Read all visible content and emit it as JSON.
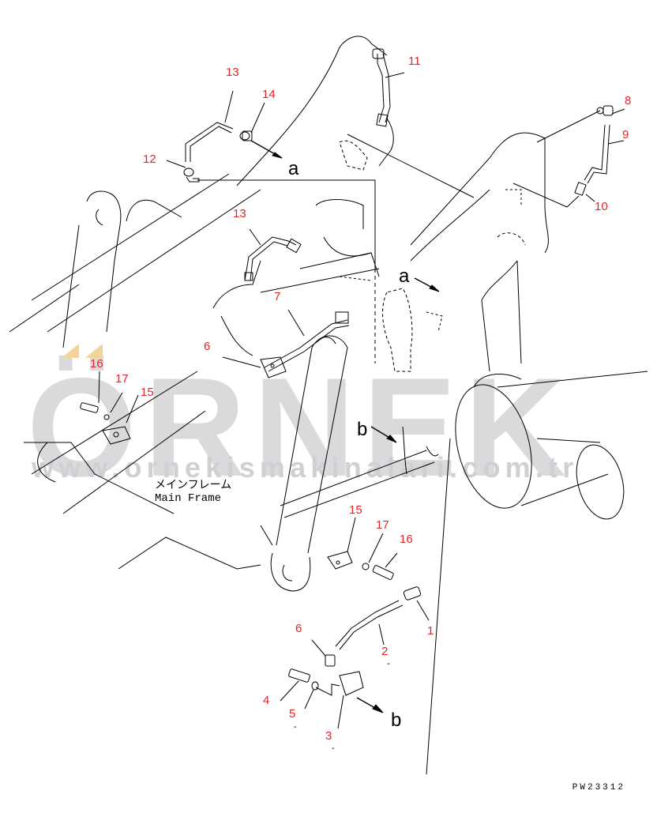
{
  "diagram": {
    "drawing_code": "PW23312",
    "frame_label_jp": "メインフレーム",
    "frame_label_en": "Main Frame",
    "view_refs": {
      "a_top": "a",
      "a_mid": "a",
      "b_mid": "b",
      "b_bottom": "b"
    },
    "watermark": {
      "brand": "ÖRNEK",
      "url": "www.ornekismakinalari.com.tr"
    },
    "colors": {
      "callout": "#e0262a",
      "line": "#000000",
      "watermark": "#d9d9dc",
      "accent": "#f2d39a"
    },
    "callouts": [
      {
        "id": "c1",
        "number": "1"
      },
      {
        "id": "c2",
        "number": "2"
      },
      {
        "id": "c3",
        "number": "3"
      },
      {
        "id": "c4",
        "number": "4"
      },
      {
        "id": "c5",
        "number": "5"
      },
      {
        "id": "c6a",
        "number": "6"
      },
      {
        "id": "c6b",
        "number": "6"
      },
      {
        "id": "c7",
        "number": "7"
      },
      {
        "id": "c8",
        "number": "8"
      },
      {
        "id": "c9",
        "number": "9"
      },
      {
        "id": "c10",
        "number": "10"
      },
      {
        "id": "c11",
        "number": "11"
      },
      {
        "id": "c12",
        "number": "12"
      },
      {
        "id": "c13a",
        "number": "13"
      },
      {
        "id": "c13b",
        "number": "13"
      },
      {
        "id": "c14",
        "number": "14"
      },
      {
        "id": "c15a",
        "number": "15"
      },
      {
        "id": "c15b",
        "number": "15"
      },
      {
        "id": "c16a",
        "number": "16"
      },
      {
        "id": "c16b",
        "number": "16"
      },
      {
        "id": "c17a",
        "number": "17"
      },
      {
        "id": "c17b",
        "number": "17"
      }
    ],
    "qty_marks": {
      "m2": "-",
      "m3": "-",
      "m5": "-"
    }
  }
}
